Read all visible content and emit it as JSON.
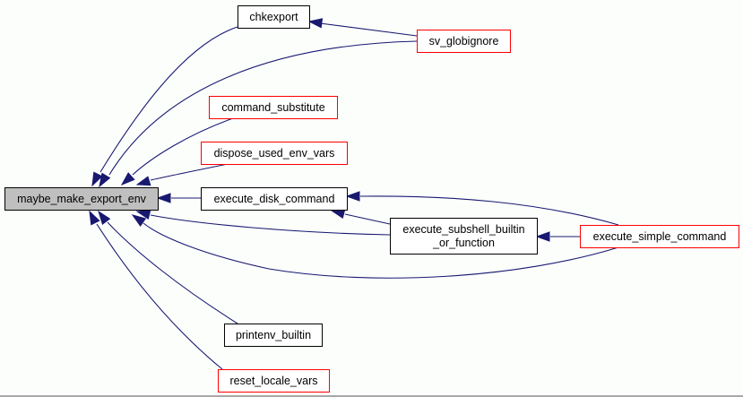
{
  "graph": {
    "title": "maybe_make_export_env caller graph",
    "colors": {
      "edge": "#191970",
      "focus_fill": "#bfbfbf",
      "focus_border": "#000000",
      "normal_border": "#000000",
      "truncated_border": "#ff0000",
      "node_fill": "#ffffff",
      "background": "#fcfefc"
    },
    "nodes": [
      {
        "id": "maybe_make_export_env",
        "lines": [
          "maybe_make_export_env"
        ],
        "style": "focus"
      },
      {
        "id": "chkexport",
        "lines": [
          "chkexport"
        ],
        "style": "normal"
      },
      {
        "id": "sv_globignore",
        "lines": [
          "sv_globignore"
        ],
        "style": "truncated"
      },
      {
        "id": "command_substitute",
        "lines": [
          "command_substitute"
        ],
        "style": "truncated"
      },
      {
        "id": "dispose_used_env_vars",
        "lines": [
          "dispose_used_env_vars"
        ],
        "style": "truncated"
      },
      {
        "id": "execute_disk_command",
        "lines": [
          "execute_disk_command"
        ],
        "style": "normal"
      },
      {
        "id": "execute_subshell_builtin_or_function",
        "lines": [
          "execute_subshell_builtin",
          "_or_function"
        ],
        "style": "normal"
      },
      {
        "id": "execute_simple_command",
        "lines": [
          "execute_simple_command"
        ],
        "style": "truncated"
      },
      {
        "id": "printenv_builtin",
        "lines": [
          "printenv_builtin"
        ],
        "style": "normal"
      },
      {
        "id": "reset_locale_vars",
        "lines": [
          "reset_locale_vars"
        ],
        "style": "truncated"
      }
    ],
    "edges": [
      {
        "from": "chkexport",
        "to": "maybe_make_export_env"
      },
      {
        "from": "sv_globignore",
        "to": "chkexport"
      },
      {
        "from": "sv_globignore",
        "to": "maybe_make_export_env"
      },
      {
        "from": "command_substitute",
        "to": "maybe_make_export_env"
      },
      {
        "from": "dispose_used_env_vars",
        "to": "maybe_make_export_env"
      },
      {
        "from": "execute_disk_command",
        "to": "maybe_make_export_env"
      },
      {
        "from": "execute_subshell_builtin_or_function",
        "to": "execute_disk_command"
      },
      {
        "from": "execute_simple_command",
        "to": "execute_disk_command"
      },
      {
        "from": "execute_subshell_builtin_or_function",
        "to": "maybe_make_export_env"
      },
      {
        "from": "execute_simple_command",
        "to": "execute_subshell_builtin_or_function"
      },
      {
        "from": "execute_simple_command",
        "to": "maybe_make_export_env"
      },
      {
        "from": "printenv_builtin",
        "to": "maybe_make_export_env"
      },
      {
        "from": "reset_locale_vars",
        "to": "maybe_make_export_env"
      }
    ]
  }
}
